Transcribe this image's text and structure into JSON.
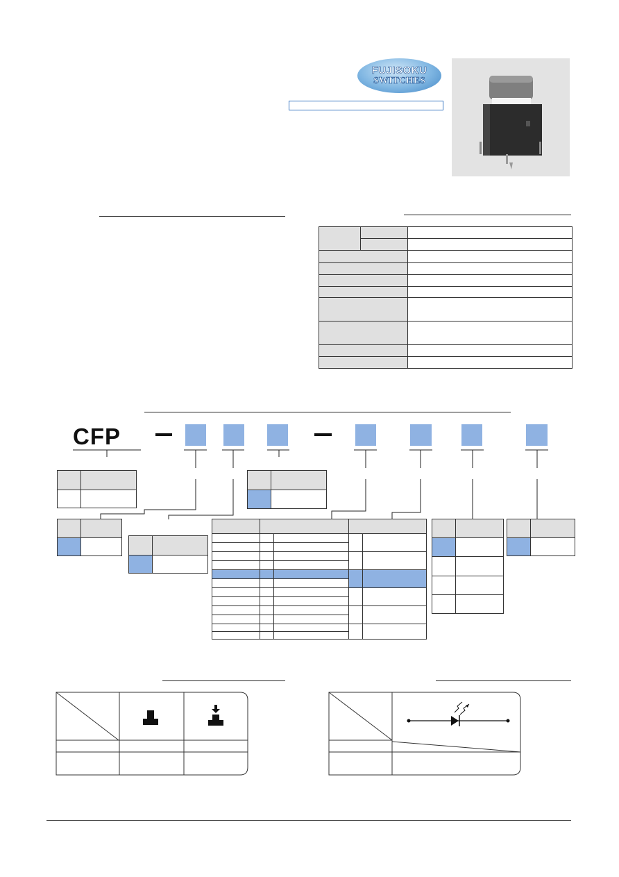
{
  "header": {
    "logo": {
      "line1": "FUJISOKU",
      "line2": "SWITCHES"
    }
  },
  "part_number": {
    "prefix": "CFP"
  },
  "photo": {
    "icon": "pushbutton-switch-photo"
  },
  "icons": {
    "operation_nonlocking": "nonlocking-icon",
    "operation_locking": "locking-icon",
    "led_symbol": "led-icon"
  },
  "colors": {
    "highlight": "#8fb2e2",
    "header_gray": "#e0e0e0",
    "logo_blue": "#3f84c4"
  }
}
